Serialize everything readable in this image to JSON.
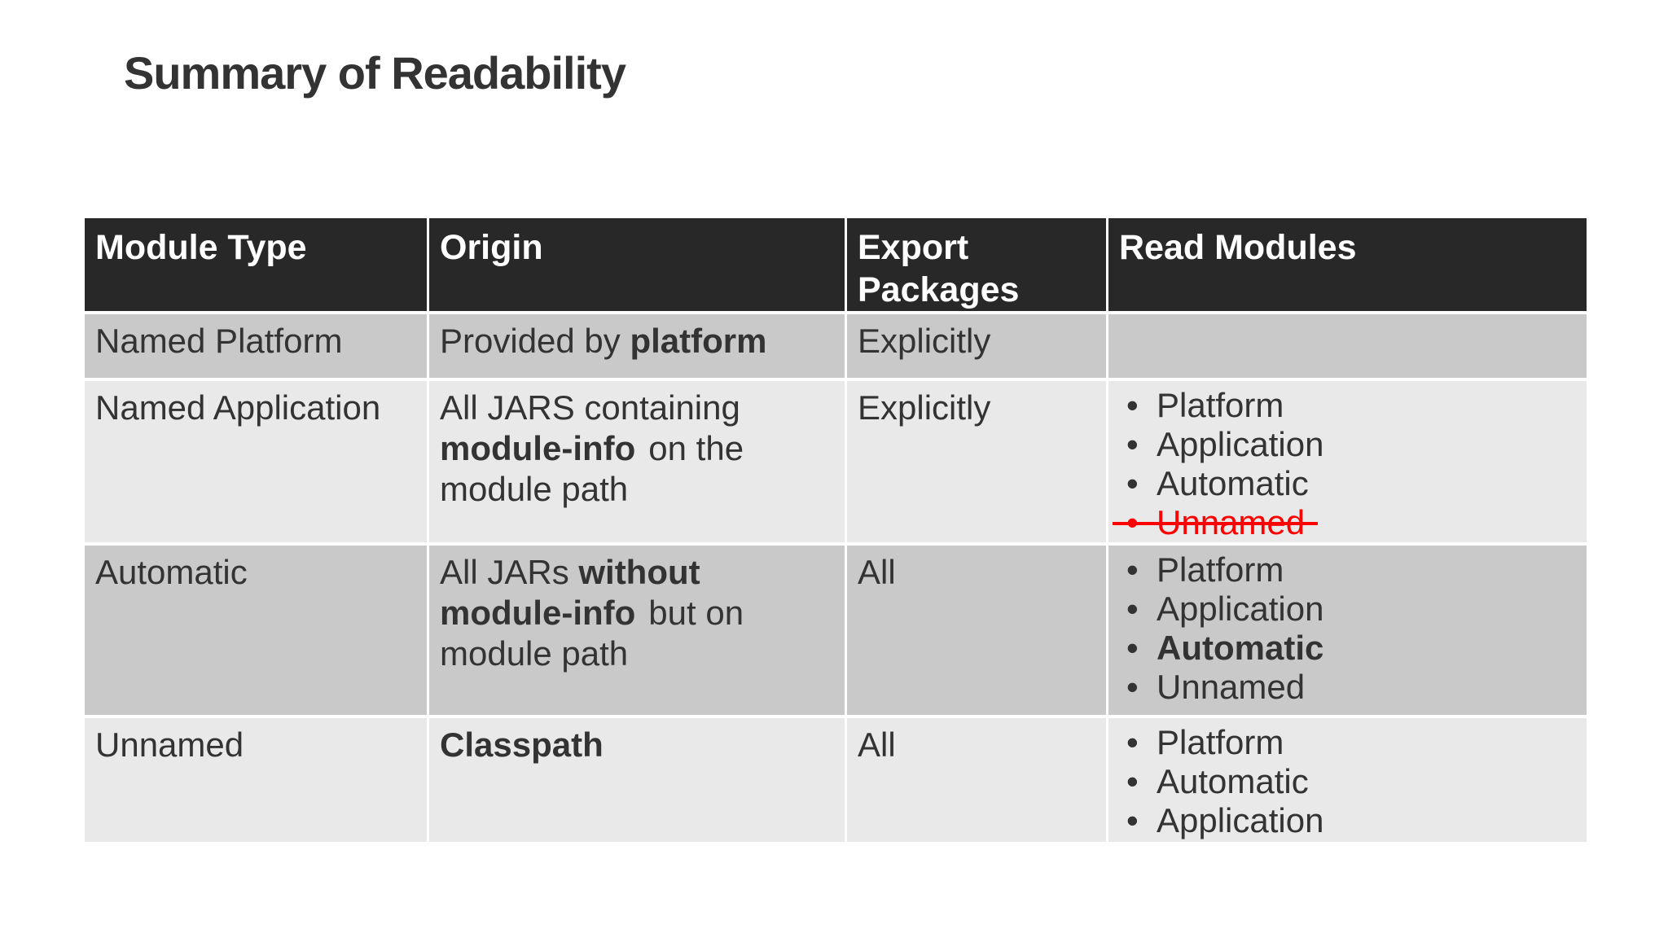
{
  "slide": {
    "title": "Summary of Readability"
  },
  "table": {
    "headers": [
      "Module Type",
      "Origin",
      "Export Packages",
      "Read Modules"
    ],
    "rows": [
      {
        "module_type": "Named Platform",
        "origin": {
          "segments": [
            {
              "text": "Provided by ",
              "style": "regular"
            },
            {
              "text": "platform",
              "style": "bold"
            }
          ]
        },
        "export_packages": "Explicitly",
        "read_modules": []
      },
      {
        "module_type": "Named Application",
        "origin": {
          "segments": [
            {
              "text": "All JARS containing ",
              "style": "regular"
            },
            {
              "text": "module-info",
              "style": "bold"
            },
            {
              "text": "on the module path",
              "style": "regular"
            }
          ]
        },
        "export_packages": "Explicitly",
        "read_modules": [
          {
            "label": "Platform",
            "style": "regular"
          },
          {
            "label": "Application",
            "style": "regular"
          },
          {
            "label": "Automatic",
            "style": "regular"
          },
          {
            "label": "Unnamed",
            "style": "red-strikethrough"
          }
        ]
      },
      {
        "module_type": "Automatic",
        "origin": {
          "segments": [
            {
              "text": "All JARs ",
              "style": "regular"
            },
            {
              "text": "without module-info",
              "style": "bold"
            },
            {
              "text": "but on module path",
              "style": "regular"
            }
          ]
        },
        "export_packages": "All",
        "read_modules": [
          {
            "label": "Platform",
            "style": "regular"
          },
          {
            "label": "Application",
            "style": "regular"
          },
          {
            "label": "Automatic",
            "style": "bold"
          },
          {
            "label": "Unnamed",
            "style": "regular"
          }
        ]
      },
      {
        "module_type": "Unnamed",
        "origin": {
          "segments": [
            {
              "text": "Classpath",
              "style": "bold"
            }
          ]
        },
        "export_packages": "All",
        "read_modules": [
          {
            "label": "Platform",
            "style": "regular"
          },
          {
            "label": "Automatic",
            "style": "regular"
          },
          {
            "label": "Application",
            "style": "regular"
          }
        ]
      }
    ]
  },
  "icons": {
    "bullet": "•"
  },
  "colors": {
    "background": "#FFFFFF",
    "header_bg": "#282828",
    "header_text": "#FFFFFF",
    "row_band_dark": "#C9C9C9",
    "row_band_light": "#E9E9E9",
    "body_text": "#333333",
    "strikethrough_red": "#FF0000"
  }
}
